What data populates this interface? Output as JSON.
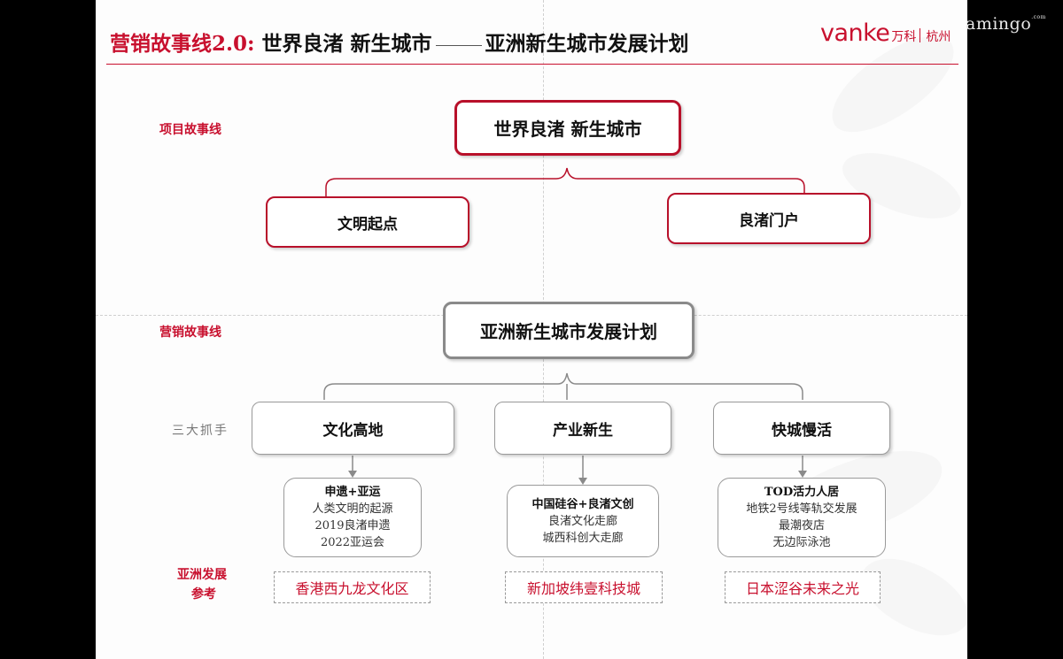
{
  "header": {
    "title_red": "营销故事线2.0:",
    "title_part1": "世界良渚 新生城市",
    "title_part2": "亚洲新生城市发展计划",
    "logo_brand": "vanke",
    "logo_cn": "万科",
    "logo_city": "杭州"
  },
  "watermark": "amingo",
  "row_labels": {
    "project_storyline": "项目故事线",
    "marketing_storyline": "营销故事线",
    "three_levers": "三大抓手",
    "asia_ref_line1": "亚洲发展",
    "asia_ref_line2": "参考"
  },
  "project": {
    "root": "世界良渚 新生城市",
    "left": "文明起点",
    "right": "良渚门户"
  },
  "marketing": {
    "root": "亚洲新生城市发展计划",
    "pillars": [
      {
        "label": "文化高地",
        "detail_head": "申遗+亚运",
        "detail_lines": [
          "人类文明的起源",
          "2019良渚申遗",
          "2022亚运会"
        ],
        "reference": "香港西九龙文化区"
      },
      {
        "label": "产业新生",
        "detail_head": "中国硅谷+良渚文创",
        "detail_lines": [
          "良渚文化走廊",
          "城西科创大走廊"
        ],
        "reference": "新加坡纬壹科技城"
      },
      {
        "label": "快城慢活",
        "detail_head": "TOD活力人居",
        "detail_lines": [
          "地铁2号线等轨交发展",
          "最潮夜店",
          "无边际泳池"
        ],
        "reference": "日本涩谷未来之光"
      }
    ]
  },
  "colors": {
    "accent_red": "#c8102e",
    "border_red": "#b8102a",
    "border_gray": "#8a8a8a",
    "background": "#fdfdfd"
  }
}
